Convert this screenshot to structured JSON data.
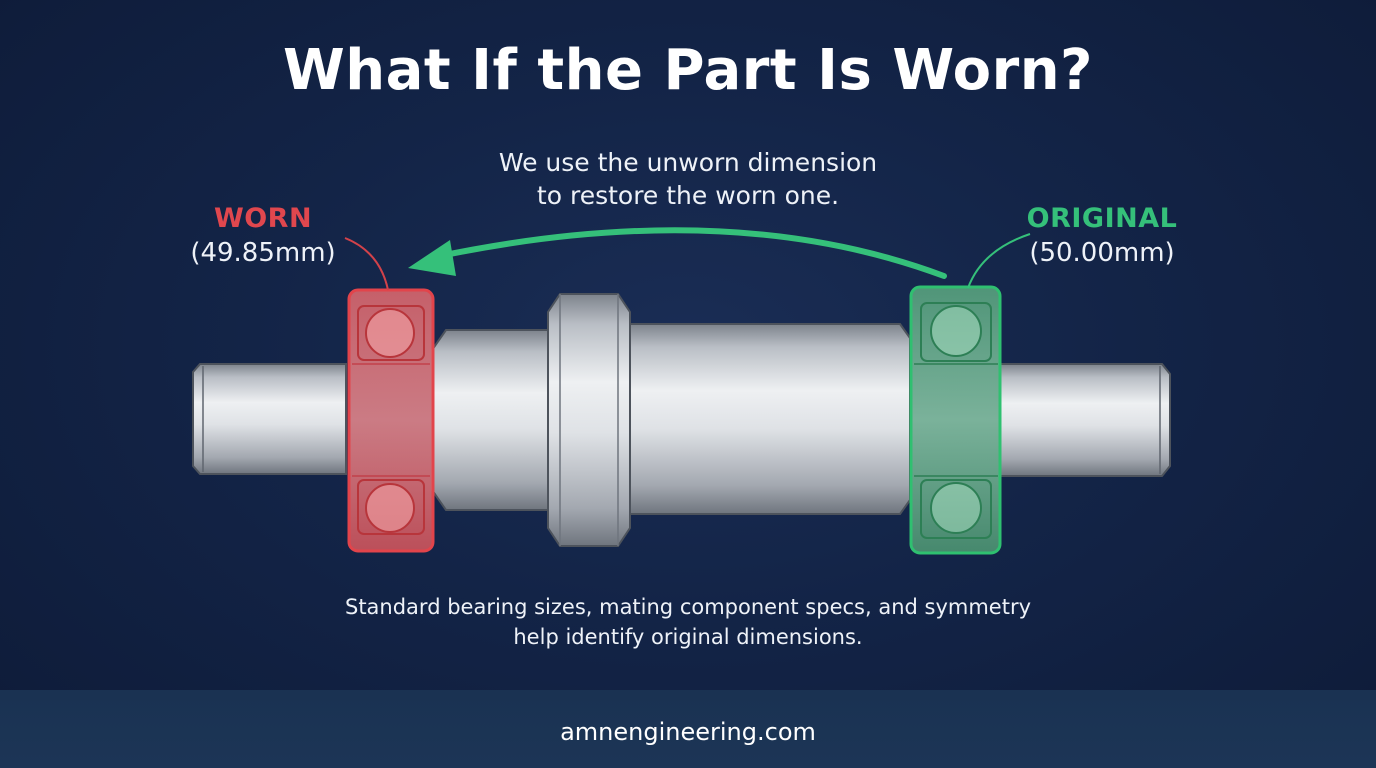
{
  "title": "What If the Part Is Worn?",
  "callout": {
    "line1": "We use the unworn dimension",
    "line2": "to restore the worn one."
  },
  "worn": {
    "label": "WORN",
    "value": "(49.85mm)",
    "color": "#e0474e"
  },
  "original": {
    "label": "ORIGINAL",
    "value": "(50.00mm)",
    "color": "#35c07a"
  },
  "caption": {
    "line1": "Standard bearing sizes, mating component specs, and symmetry",
    "line2": "help identify original dimensions."
  },
  "footer": {
    "site": "amnengineering.com"
  }
}
